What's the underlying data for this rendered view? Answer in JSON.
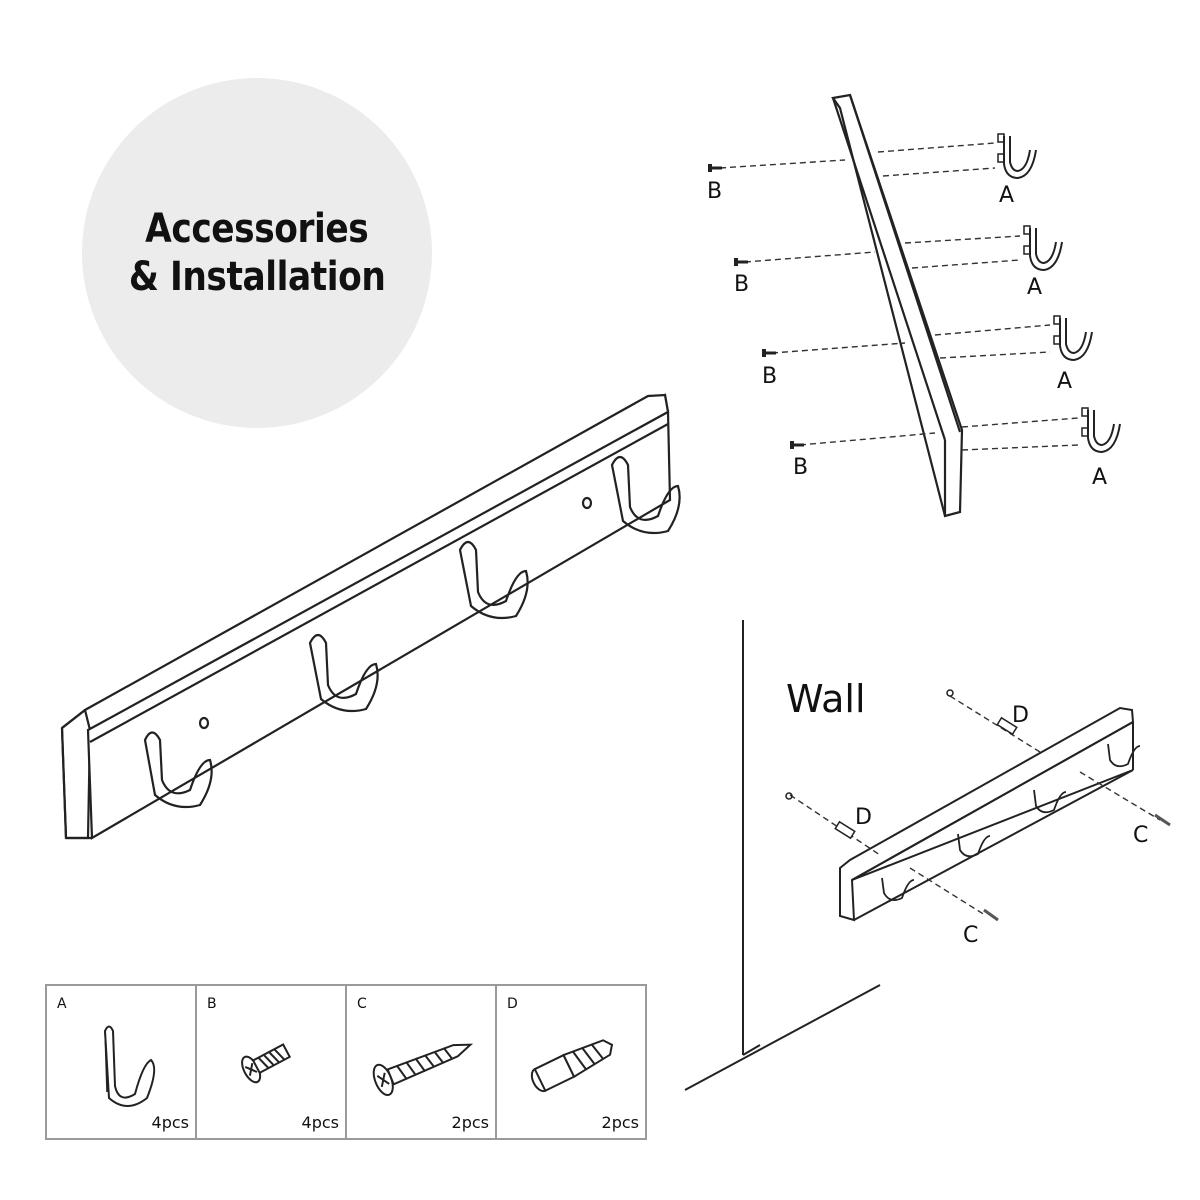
{
  "badge": {
    "line1": "Accessories",
    "line2": "& Installation"
  },
  "exploded": {
    "label_screw": "B",
    "label_hook": "A"
  },
  "wall_view": {
    "wall_label": "Wall",
    "label_anchor": "D",
    "label_screw": "C"
  },
  "accessories": [
    {
      "letter": "A",
      "qty": "4pcs",
      "icon": "hook-icon"
    },
    {
      "letter": "B",
      "qty": "4pcs",
      "icon": "short-screw-icon"
    },
    {
      "letter": "C",
      "qty": "2pcs",
      "icon": "long-screw-icon"
    },
    {
      "letter": "D",
      "qty": "2pcs",
      "icon": "wall-anchor-icon"
    }
  ]
}
